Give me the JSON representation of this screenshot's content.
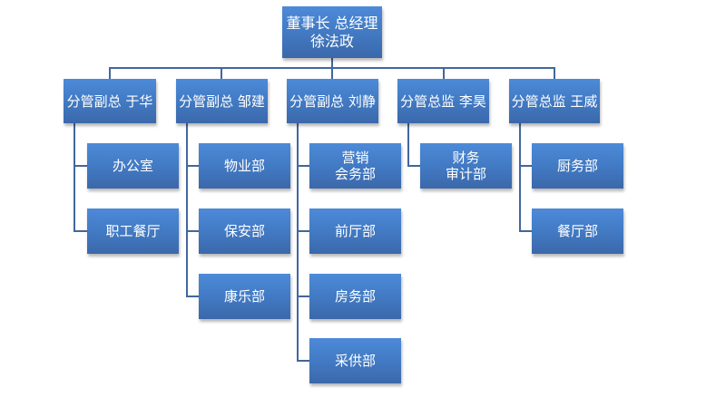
{
  "root": {
    "label": "董事长  总经理\n徐法政"
  },
  "managers": [
    {
      "label": "分管副总 于华",
      "departments": [
        "办公室",
        "职工餐厅"
      ]
    },
    {
      "label": "分管副总 邹建",
      "departments": [
        "物业部",
        "保安部",
        "康乐部"
      ]
    },
    {
      "label": "分管副总 刘静",
      "departments": [
        "营销\n会务部",
        "前厅部",
        "房务部",
        "采供部"
      ]
    },
    {
      "label": "分管总监 李昊",
      "departments": [
        "财务\n审计部"
      ]
    },
    {
      "label": "分管总监 王威",
      "departments": [
        "厨务部",
        "餐厅部"
      ]
    }
  ],
  "colors": {
    "box_top": "#4d8ad8",
    "box_bottom": "#3b68aa",
    "connector": "#41679e",
    "text": "#ffffff"
  }
}
